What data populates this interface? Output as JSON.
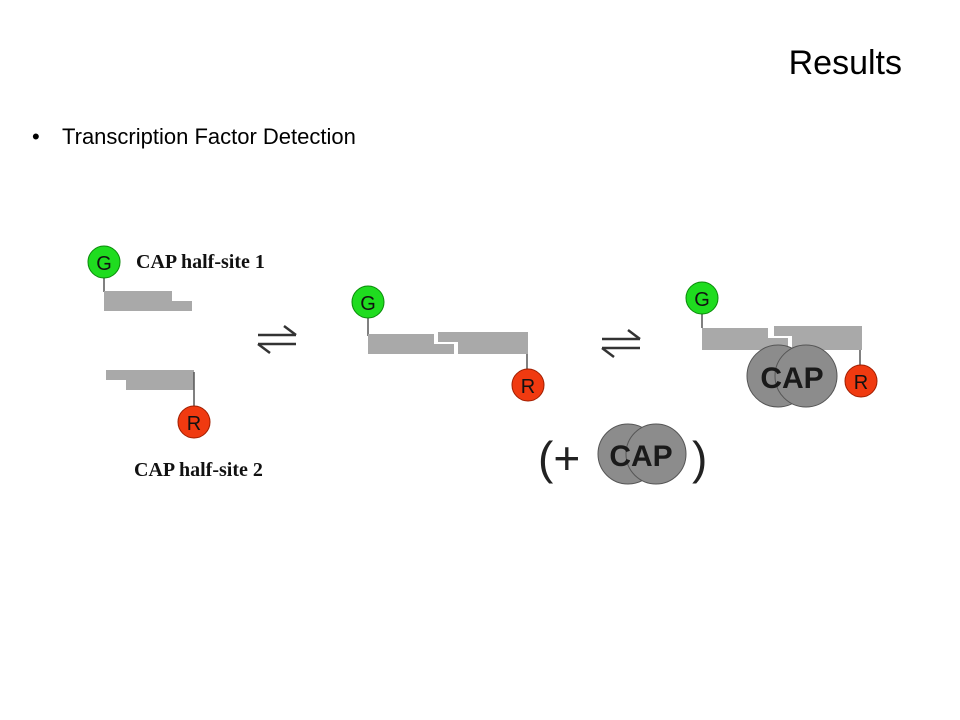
{
  "slide": {
    "title": "Results",
    "bullet_char": "•",
    "bullet_text": "Transcription Factor Detection"
  },
  "diagram": {
    "green_label": "G",
    "red_label": "R",
    "half_site_1_label": "CAP half-site 1",
    "half_site_2_label": "CAP half-site 2",
    "protein_label": "CAP",
    "plus_open": "(+",
    "close_paren": ")",
    "colors": {
      "green": "#1fdc1f",
      "red": "#f03a10",
      "dna": "#a9a9a9",
      "protein": "#8c8c8c"
    }
  }
}
